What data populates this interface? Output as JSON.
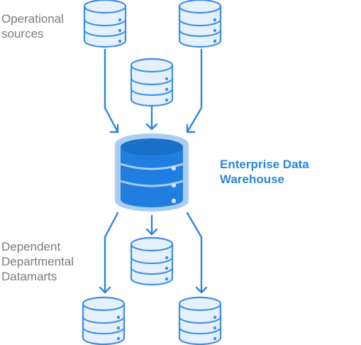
{
  "labels": {
    "operational_sources": [
      "Operational",
      "sources"
    ],
    "warehouse": [
      "Enterprise Data",
      "Warehouse"
    ],
    "datamarts": [
      "Dependent",
      "Departmental",
      "Datamarts"
    ]
  },
  "colors": {
    "stroke": "#3d8ee6",
    "small_fill": "#e4f0fc",
    "warehouse_fill": "#1f7ee0",
    "warehouse_rim": "#a9cdf3",
    "arrow": "#2e84e0",
    "muted_text": "#7a7a7a",
    "accent_text": "#2a86d9"
  },
  "icons": {
    "source_db": "database-icon",
    "warehouse_db": "database-icon",
    "datamart_db": "database-icon"
  }
}
